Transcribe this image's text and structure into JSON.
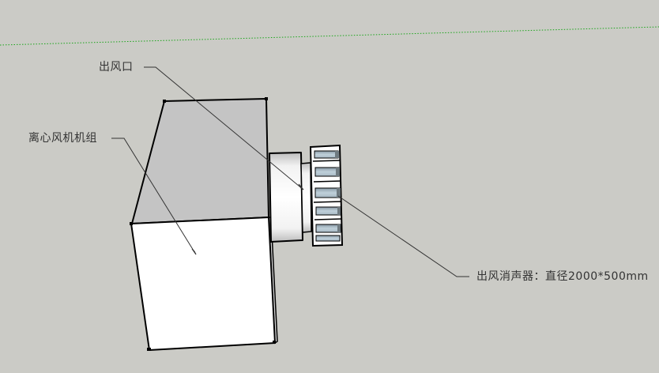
{
  "viewport": {
    "background": "#cbcbc6",
    "horizon_color": "#1aa51a"
  },
  "model": {
    "box_top_color": "#c4c4c4",
    "box_front_color": "#ffffff",
    "edge_color": "#000000",
    "slat_blue": "#b6c6d0",
    "slat_white": "#ffffff"
  },
  "labels": {
    "outlet": "出风口",
    "fan_unit": "离心风机机组",
    "silencer": "出风消声器：直径2000*500mm"
  }
}
